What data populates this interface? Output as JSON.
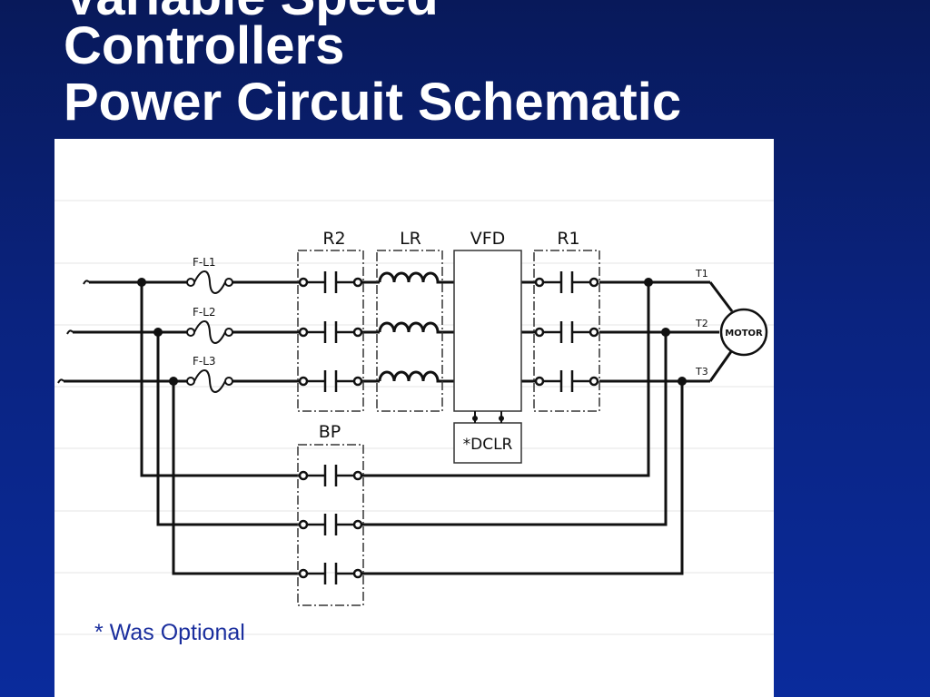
{
  "slide": {
    "title_line1": "Variable Speed",
    "title_line2": "Controllers",
    "title_line3": "Power Circuit Schematic"
  },
  "diagram": {
    "blocks": {
      "r2": "R2",
      "lr": "LR",
      "vfd": "VFD",
      "r1": "R1",
      "bp": "BP",
      "dclr": "*DCLR"
    },
    "fuses": [
      "F-L1",
      "F-L2",
      "F-L3"
    ],
    "terminals": [
      "T1",
      "T2",
      "T3"
    ],
    "motor": "MOTOR"
  },
  "footnote": "* Was Optional",
  "colors": {
    "background_top": "#08195a",
    "background_bottom": "#0a2b9c",
    "title": "#ffffff",
    "footnote": "#1b2f9e",
    "panel": "#ffffff"
  }
}
